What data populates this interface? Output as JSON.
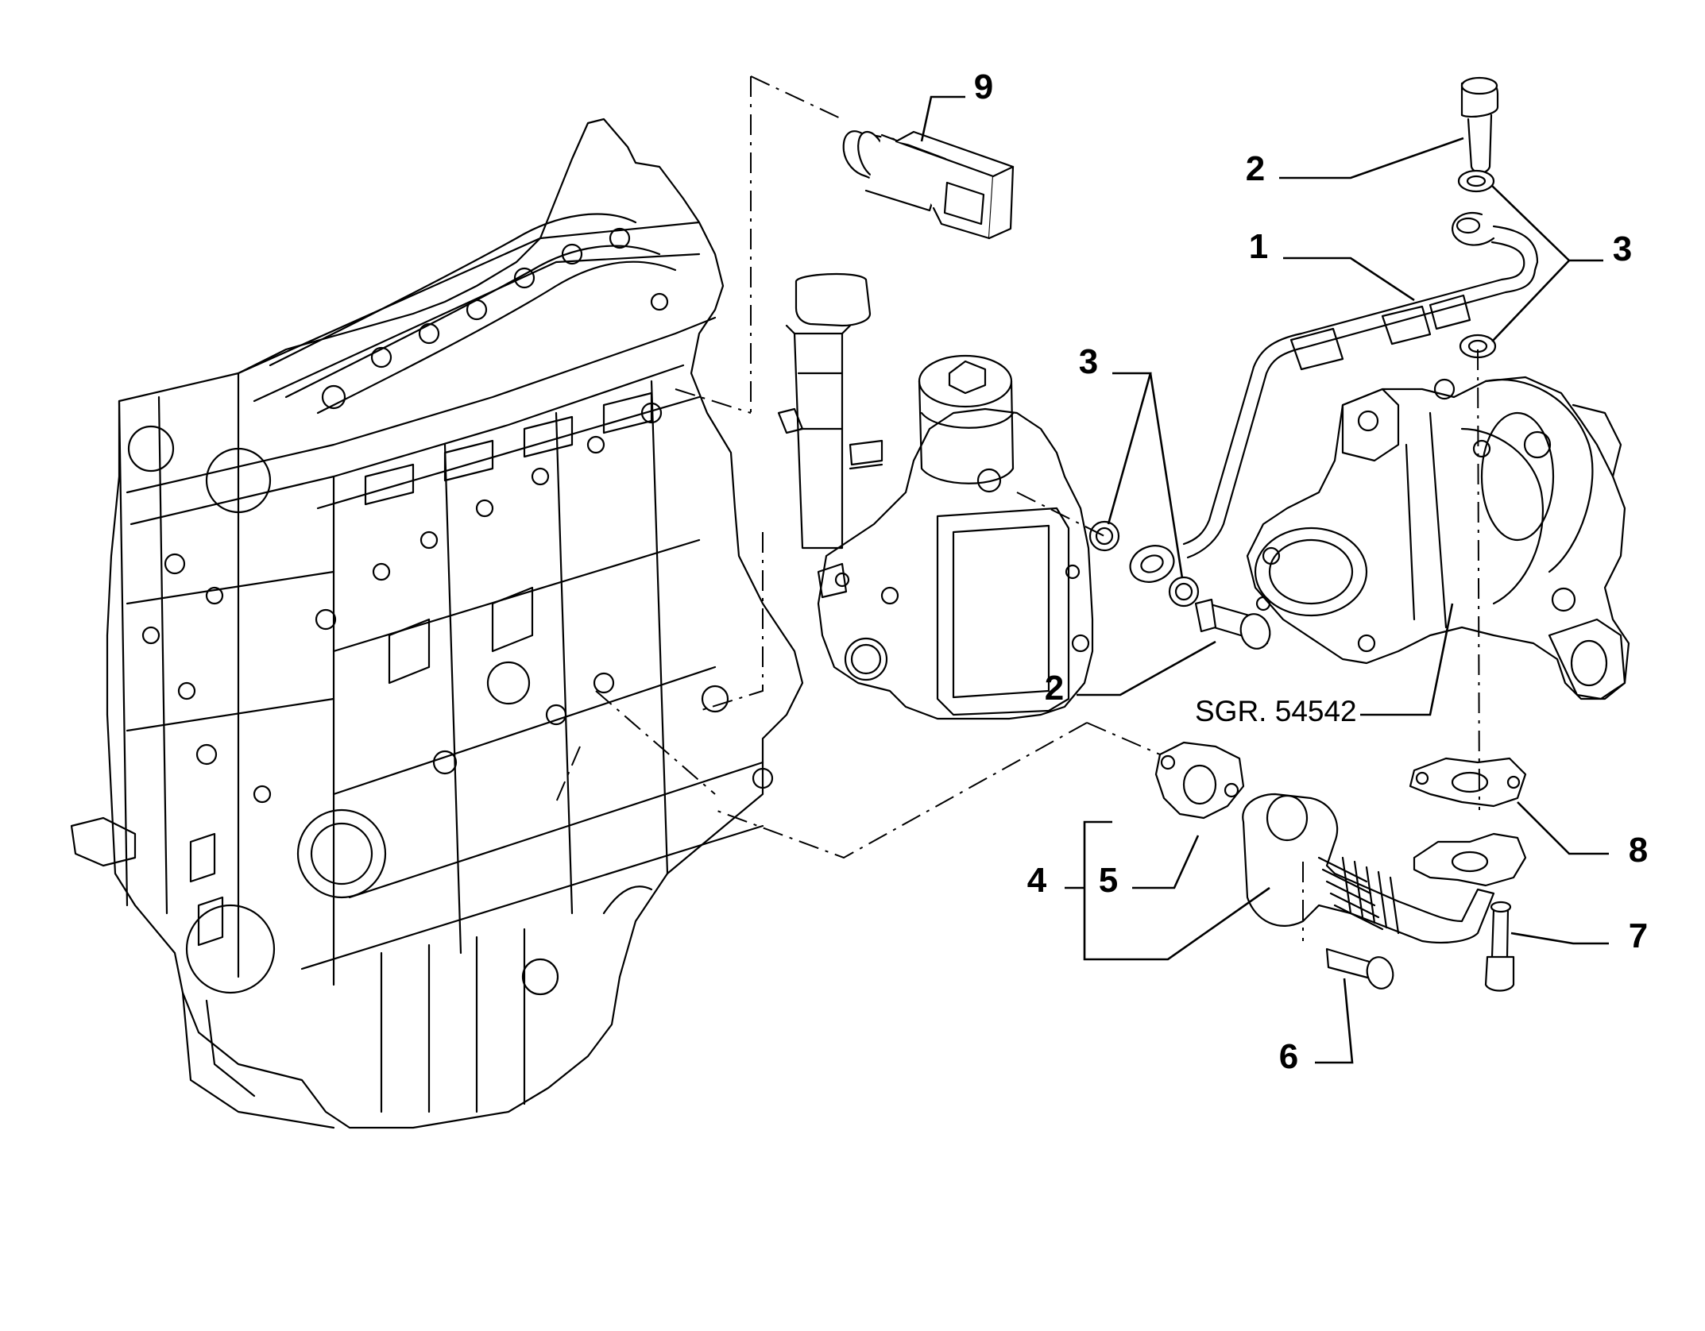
{
  "diagram": {
    "reference_code": "SGR. 54542",
    "callouts": [
      {
        "id": "c1",
        "label": "1"
      },
      {
        "id": "c2a",
        "label": "2"
      },
      {
        "id": "c2b",
        "label": "2"
      },
      {
        "id": "c3a",
        "label": "3"
      },
      {
        "id": "c3b",
        "label": "3"
      },
      {
        "id": "c4",
        "label": "4"
      },
      {
        "id": "c5",
        "label": "5"
      },
      {
        "id": "c6",
        "label": "6"
      },
      {
        "id": "c7",
        "label": "7"
      },
      {
        "id": "c8",
        "label": "8"
      },
      {
        "id": "c9",
        "label": "9"
      }
    ]
  }
}
